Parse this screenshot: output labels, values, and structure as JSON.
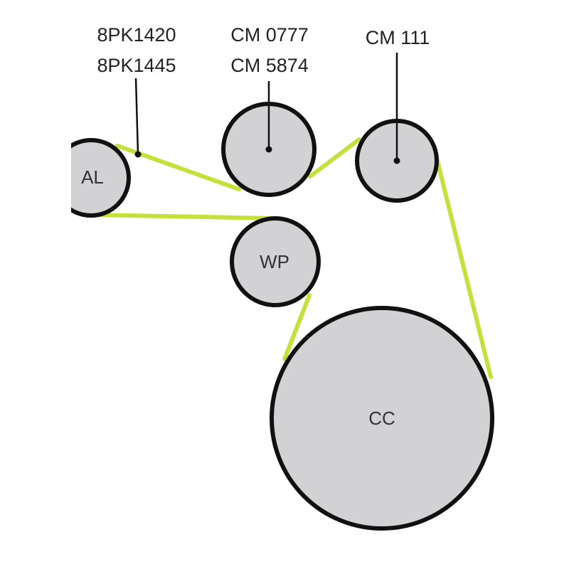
{
  "title": "Belt routing diagram",
  "belt_color": "#c5e03a",
  "labels": {
    "belt_line1": "8PK1420",
    "belt_line2": "8PK1445",
    "tensioner_line1": "CM 0777",
    "tensioner_line2": "CM 5874",
    "idler": "CM 111"
  },
  "pulleys": {
    "al": "AL",
    "wp": "WP",
    "cc": "CC"
  }
}
